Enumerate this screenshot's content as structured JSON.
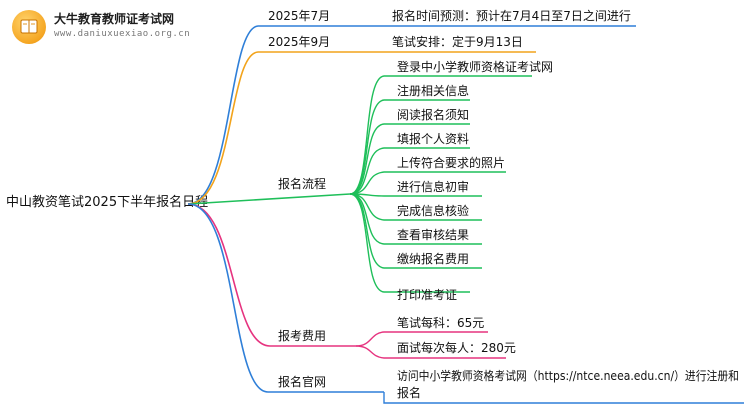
{
  "logo": {
    "title": "大牛教育教师证考试网",
    "url": "www.daniuxuexiao.org.cn"
  },
  "root": "中山教资笔试2025下半年报名日程",
  "colors": {
    "blue": "#2f7fd8",
    "orange": "#f2a31b",
    "green": "#1fbf5a",
    "pink": "#e6337f"
  },
  "branches": [
    {
      "label": "2025年7月",
      "color": "blue",
      "children": [
        "报名时间预测：预计在7月4日至7日之间进行"
      ]
    },
    {
      "label": "2025年9月",
      "color": "orange",
      "children": [
        "笔试安排：定于9月13日"
      ]
    },
    {
      "label": "报名流程",
      "color": "green",
      "children": [
        "登录中小学教师资格证考试网",
        "注册相关信息",
        "阅读报名须知",
        "填报个人资料",
        "上传符合要求的照片",
        "进行信息初审",
        "完成信息核验",
        "查看审核结果",
        "缴纳报名费用",
        "打印准考证"
      ]
    },
    {
      "label": "报考费用",
      "color": "pink",
      "children": [
        "笔试每科：65元",
        "面试每次每人：280元"
      ]
    },
    {
      "label": "报名官网",
      "color": "blue",
      "children": [
        "访问中小学教师资格考试网（https://ntce.neea.edu.cn/）进行注册和",
        "报名"
      ]
    }
  ]
}
